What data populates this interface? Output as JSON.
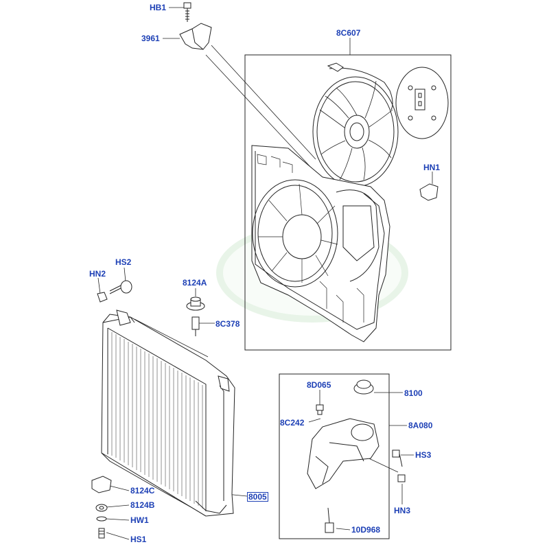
{
  "callouts": {
    "hb1": "HB1",
    "p3961": "3961",
    "p8c607": "8C607",
    "hn1": "HN1",
    "hs2": "HS2",
    "hn2": "HN2",
    "p8124a": "8124A",
    "p8c378": "8C378",
    "p8d065": "8D065",
    "p8100": "8100",
    "p8c242": "8C242",
    "p8a080": "8A080",
    "hs3": "HS3",
    "hn3": "HN3",
    "p8124c": "8124C",
    "p8005": "8005",
    "p8124b": "8124B",
    "hw1": "HW1",
    "hs1": "HS1",
    "p10d968": "10D968"
  },
  "colors": {
    "callout_text": "#1c3fb5",
    "line_art": "#222222",
    "watermark": "#bfe0bf"
  }
}
